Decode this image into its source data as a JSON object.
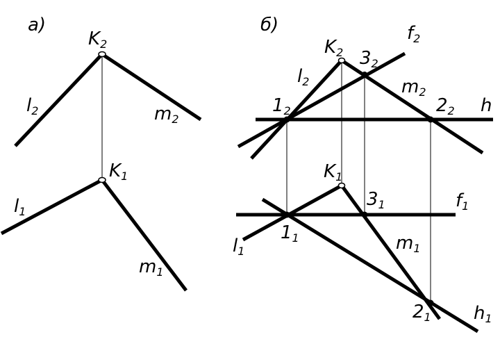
{
  "panels": {
    "a": "а)",
    "b": "б)"
  },
  "labels": {
    "a_K2": {
      "main": "K",
      "sub": "2"
    },
    "a_l2": {
      "main": "l",
      "sub": "2"
    },
    "a_m2": {
      "main": "m",
      "sub": "2"
    },
    "a_K1": {
      "main": "K",
      "sub": "1"
    },
    "a_l1": {
      "main": "l",
      "sub": "1"
    },
    "a_m1": {
      "main": "m",
      "sub": "1"
    },
    "b_K2": {
      "main": "K",
      "sub": "2"
    },
    "b_32": {
      "main": "3",
      "sub": "2"
    },
    "b_f2": {
      "main": "f",
      "sub": "2"
    },
    "b_l2": {
      "main": "l",
      "sub": "2"
    },
    "b_m2": {
      "main": "m",
      "sub": "2"
    },
    "b_12": {
      "main": "1",
      "sub": "2"
    },
    "b_22": {
      "main": "2",
      "sub": "2"
    },
    "b_h": {
      "main": "h",
      "sub": ""
    },
    "b_K1": {
      "main": "K",
      "sub": "1"
    },
    "b_31": {
      "main": "3",
      "sub": "1"
    },
    "b_f1": {
      "main": "f",
      "sub": "1"
    },
    "b_11": {
      "main": "1",
      "sub": "1"
    },
    "b_l1": {
      "main": "l",
      "sub": "1"
    },
    "b_m1": {
      "main": "m",
      "sub": "1"
    },
    "b_21": {
      "main": "2",
      "sub": "1"
    },
    "b_h1": {
      "main": "h",
      "sub": "1"
    }
  }
}
